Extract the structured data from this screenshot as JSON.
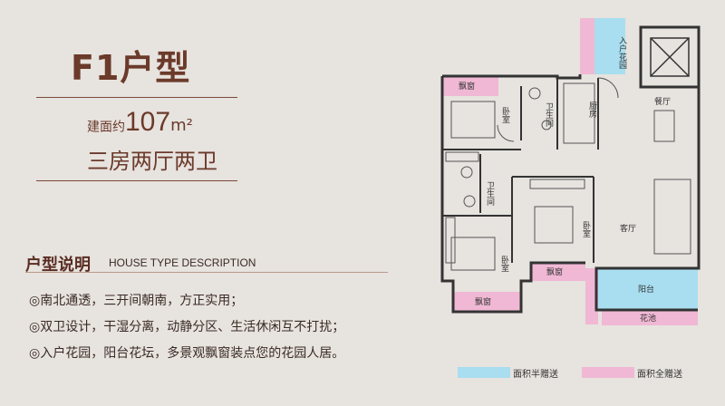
{
  "header": {
    "title": "F1户型",
    "area_prefix": "建面约",
    "area_value": "107",
    "area_unit": "m²",
    "layout_desc": "三房两厅两卫"
  },
  "description": {
    "title_cn": "户型说明",
    "title_en": "HOUSE TYPE DESCRIPTION",
    "bullets": [
      "◎南北通透，三开间朝南，方正实用；",
      "◎双卫设计，干湿分离，动静分区、生活休闲互不打扰；",
      "◎入户花园，阳台花坛，多景观飘窗装点您的花园人居。"
    ]
  },
  "floorplan": {
    "rooms": {
      "entry_garden": "入户花园",
      "bay_window_top": "飘窗",
      "bedroom_nw": "卧室",
      "bath_top": "卫生间",
      "kitchen": "厨房",
      "dining": "餐厅",
      "bath_mid": "卫生间",
      "bedroom_mid": "卧室",
      "living": "客厅",
      "bedroom_sw": "卧室",
      "bay_window_mid": "飘窗",
      "bay_window_bottom": "飘窗",
      "balcony": "阳台",
      "flower_bed": "花池"
    },
    "colors": {
      "half_area": "#a8def0",
      "full_area": "#f0b8d4",
      "wall": "#333333"
    }
  },
  "legend": {
    "half_label": "面积半赠送",
    "full_label": "面积全赠送"
  }
}
